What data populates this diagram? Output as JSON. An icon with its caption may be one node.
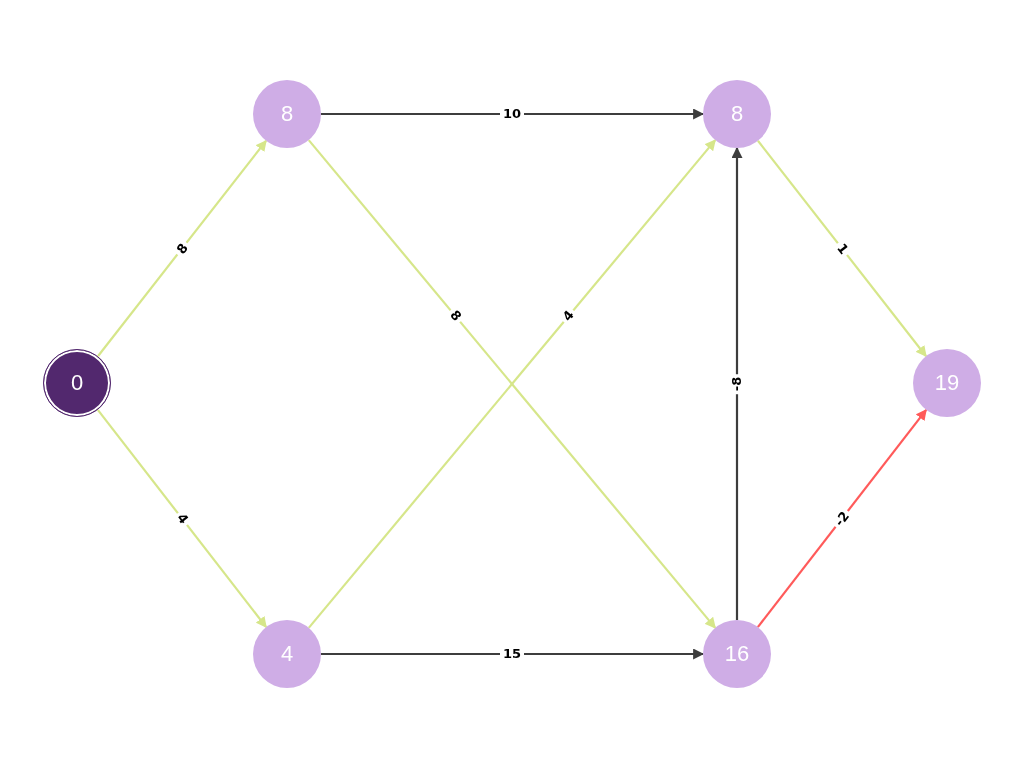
{
  "diagram": {
    "nodes": [
      {
        "text": [
          "0"
        ]
      },
      {
        "text": [
          "8"
        ]
      },
      {
        "text": [
          "4"
        ]
      },
      {
        "text": [
          "8"
        ]
      },
      {
        "text": [
          "16"
        ]
      },
      {
        "text": [
          "19"
        ]
      }
    ],
    "edges": [
      {
        "from": 0,
        "to": 1,
        "arrow": "to",
        "label": "8"
      },
      {
        "from": 0,
        "to": 2,
        "arrow": "to",
        "label": "4"
      },
      {
        "from": 1,
        "to": 3,
        "arrow": "to",
        "label": "10",
        "color": "#3d3d3d"
      },
      {
        "from": 1,
        "to": 4,
        "arrow": "to",
        "label": "8"
      },
      {
        "from": 2,
        "to": 3,
        "arrow": "to",
        "label": "4"
      },
      {
        "from": 2,
        "to": 4,
        "arrow": "to",
        "label": "15",
        "color": "#3d3d3d"
      },
      {
        "from": 4,
        "to": 3,
        "arrow": "to",
        "label": "-8",
        "color": "#3d3d3d"
      },
      {
        "from": 3,
        "to": 5,
        "arrow": "to",
        "label": "1"
      },
      {
        "from": 4,
        "to": 5,
        "arrow": "to",
        "label": "-2",
        "color": "#ff5a5a"
      }
    ]
  }
}
